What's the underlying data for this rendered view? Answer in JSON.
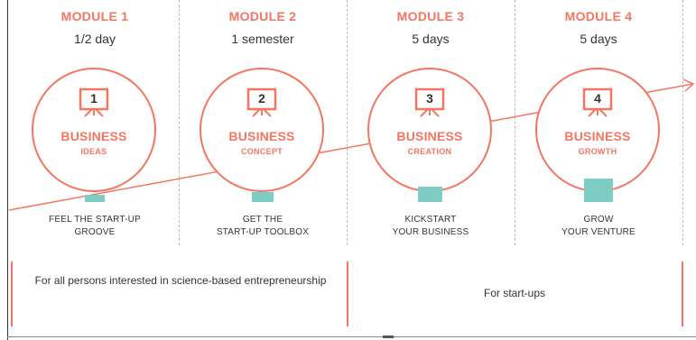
{
  "accent_color": "#f47560",
  "bar_color": "#7ecdc4",
  "modules": [
    {
      "title": "MODULE 1",
      "duration": "1/2 day",
      "number": "1",
      "business": "BUSINESS",
      "subtitle": "IDEAS",
      "tagline": "FEEL THE START-UP\nGROOVE",
      "bar_level": 0.25
    },
    {
      "title": "MODULE 2",
      "duration": "1 semester",
      "number": "2",
      "business": "BUSINESS",
      "subtitle": "CONCEPT",
      "tagline": "GET THE\nSTART-UP TOOLBOX",
      "bar_level": 0.38
    },
    {
      "title": "MODULE 3",
      "duration": "5 days",
      "number": "3",
      "business": "BUSINESS",
      "subtitle": "CREATION",
      "tagline": "KICKSTART\nYOUR BUSINESS",
      "bar_level": 0.55
    },
    {
      "title": "MODULE 4",
      "duration": "5 days",
      "number": "4",
      "business": "BUSINESS",
      "subtitle": "GROWTH",
      "tagline": "GROW\nYOUR VENTURE",
      "bar_level": 0.85
    }
  ],
  "audiences": [
    {
      "text": "For all persons interested in science-based entrepreneurship"
    },
    {
      "text": "For start-ups"
    }
  ]
}
